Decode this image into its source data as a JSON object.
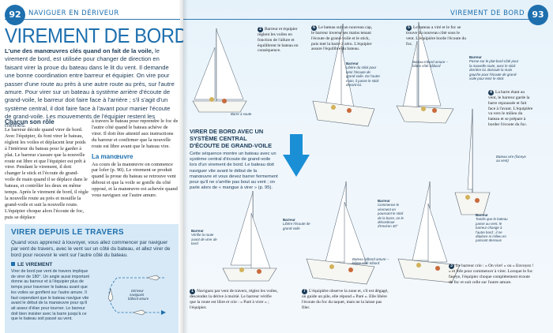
{
  "left_page": {
    "page_number": "92",
    "section": "NAVIGUER EN DÉRIVEUR",
    "title": "VIREMENT DE BORD",
    "lead_bold": "L'une des manœuvres clés quand on fait de la voile,",
    "lead_text": "le virement de bord, est utilisée pour changer de direction en faisant virer la proue du bateau dans le lit du vent. Il demande une bonne coordination entre barreur et équipier. On vire pour passer d'une route au près à une autre route au près, sur l'autre amure. Pour virer sur un bateau à système arrière d'écoute de grand-voile, le barreur doit faire face à l'arrière ; s'il s'agit d'un système central, il doit faire face à l'avant pour manier l'écoute de grand-voile. Les mouvements de l'équipier restent les mêmes.",
    "chacun_title": "Chacun son rôle",
    "chacun_text": "Le barreur décide quand virer de bord. Avec l'équipier, ils font virer le bateau, règlent les voiles et déplacent leur poids à l'intérieur du bateau pour le garder à plat. Le barreur s'assure que la nouvelle route est libre et que l'équipier est prêt à virer. Pendant le virement, il doit changer le stick et l'écoute de grand-voile de main quand il se déplace dans le bateau, et contrôler les deux en même temps. Après le virement de bord, il règle la nouvelle route au près et mouille la grand-voile et suit la nouvelle route. L'équipier choque alors l'écoute de foc, puis se déplace",
    "col_b_text": "à travers le bateau pour reprendre le foc de l'autre côté quand le bateau achève de virer. Il doit être attentif aux instructions du barreur et confirmer que la nouvelle route est libre avant que le bateau vire.",
    "manoeuvre_title": "La manœuvre",
    "manoeuvre_text": "Au cours de la manœuvre on commence par lofer (p. 90). Le virement se produit quand la proue du bateau se retrouve vent debout et que la voile se gonfle du côté opposé, et la manœuvre est achevée quand vous naviguez sur l'autre amure.",
    "box": {
      "title": "VIRER DEPUIS LE TRAVERS",
      "intro": "Quand vous apprenez à louvoyer, vous allez commencer par naviguer par vent de travers, avec le vent sur un côté du bateau, et allez virer de bord pour recevoir le vent sur l'autre côté du bateau.",
      "sub": "LE VIREMENT",
      "text": "Virer de bord par vent de travers implique de virer de 180°. Un angle aussi important donne au barreur et à l'équipier plus de temps pour traverser le bateau avant que les voiles se gonflent sur l'autre amure. Il faut cependant que le bateau navigue vite avant le début de la manœuvre pour qu'il ait assez d'élan pour tourner. Le barreur doit bien insister avec la barre jusqu'à ce que le bateau soit passé au vent.",
      "diagram_label": "Dériveur naviguant bâbord amure"
    }
  },
  "right_page": {
    "page_number": "93",
    "section": "VIREMENT DE BORD",
    "side_head": "VIRER DE BORD AVEC UN SYSTÈME CENTRAL D'ÉCOUTE DE GRAND-VOILE",
    "side_text": "Cette séquence montre un bateau avec un système central d'écoute de grand-voile lors d'un virement de bord. Le bateau doit naviguer vite avant le début de la manœuvre et vous devez barrer fermement pour qu'il ne s'arrête pas bout au vent ; on parle alors de « mangue à virer » (p. 95).",
    "steps": [
      {
        "num": "1",
        "text": "Naviguez par vent de travers, réglez les voiles, descendez la dérive à moitié. Le barreur vérifie que la route est libre et crie : « Paré à virer » ; l'équipier."
      },
      {
        "num": "2",
        "text": "Barreur et équipier règlent les voiles en fonction de l'allure et équilibrent le bateau en conséquence."
      },
      {
        "num": "3",
        "text": "Le barreur crie : « On vire! » ou « Envoyez ! » et lofe pour commencer à virer. Lorsque le foc faseye, l'équipier choque complètement écoute de foc et suit celle sur l'autre amure."
      },
      {
        "num": "4",
        "text": "La barre étant au vent, le barreur garde la barre repoussée et fait face à l'avant. L'équipière va vers le milieu du bateau et se prépare à border l'écoute du foc."
      },
      {
        "num": "5",
        "text": "Le bateau a viré et le foc se trouve du nouveau côté sous le vent. L'équipière borde l'écoute du foc."
      },
      {
        "num": "6",
        "text": "Le bateau suit un nouveau cap, le barreur inverse ses mains tenant l'écoute de grand-voile et le stick, puis met la barre à zéro. L'équipier assure l'équilibre du bateau."
      },
      {
        "num": "7",
        "text": "L'équipière observe la zone et, s'il est dégagé, on guide un pile, elle répond « Paré ». Elle libère l'écoute du foc du taquet, mais ne la laisse pas filer."
      }
    ],
    "captions": {
      "barre_soule": "Barre à soute",
      "barreur1_label": "Barreur",
      "barreur1_text": "Vérifie la route avant de virer de bord",
      "barreur2_label": "Barreur",
      "barreur2_text": "Libère l'écoute de grand-voile",
      "barreur3_label": "Barreur",
      "barreur3_text": "Libère du stick pour tenir l'écoute de grand-voile. De l'autre main, il passe le stick devant lui.",
      "barreur4_label": "Barreur",
      "barreur4_text": "Passe sur le plat-bord côté pour la nouvelle route, avec le stick derrière lui. Bascule la main gauche pour l'écoute de grand-voile pour tenir le stick.",
      "barreur5_label": "Barreur",
      "barreur5_text": "Tandis que le bateau passe au vent, le barreur change à l'autre bord ; il ne déplace ni milieu en passant dessous",
      "barreur6_label": "Barreur",
      "barreur6_text": "Commence le virement en poussant le stick de la barre, on le décontinue d'environ 30°",
      "babord": "Bateau bâbord amure – bôme côté tribord",
      "tribord": "Bateau tribord amure – bôme côté bâbord",
      "fasci": "Bateau tribord amure – bôme côté bâbord",
      "foc_faseye": "Bateau vire (faceye au vent)"
    }
  },
  "colors": {
    "accent": "#1e6fae",
    "dark": "#1b3a56",
    "page_tint": "#e6f2fa",
    "box": "#d7e9f6",
    "arrow": "#1a8fd6"
  }
}
